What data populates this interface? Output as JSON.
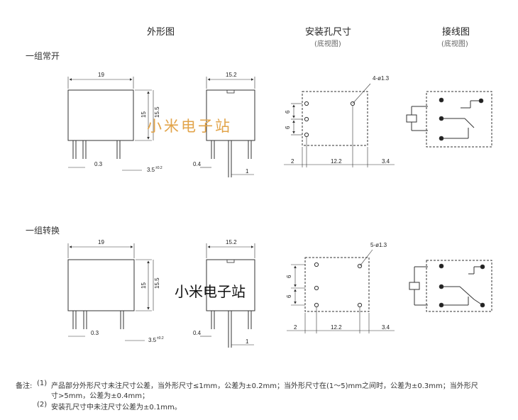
{
  "headers": {
    "outline": "外形图",
    "mounting": "安装孔尺寸",
    "mounting_sub": "(底视图)",
    "wiring": "接线图",
    "wiring_sub": "(底视图)"
  },
  "sections": [
    {
      "label": "一组常开",
      "width": "19",
      "height": "15.5",
      "height2": "15",
      "depth": "15.2",
      "pin_offset": "0.3",
      "pin_pitch": "3.5",
      "pin_pitch_tol": "±0.2",
      "pin_width": "0.4",
      "pin_thick": "1",
      "hole_label": "4-ø1.3",
      "hole_spacing": "6",
      "dim_left": "2",
      "dim_mid": "12.2",
      "dim_right": "3.4",
      "watermark": "小米电子站"
    },
    {
      "label": "一组转换",
      "width": "19",
      "height": "15.5",
      "height2": "15",
      "depth": "15.2",
      "pin_offset": "0.3",
      "pin_pitch": "3.5",
      "pin_pitch_tol": "±0.2",
      "pin_width": "0.4",
      "pin_thick": "1",
      "hole_label": "5-ø1.3",
      "hole_spacing": "6",
      "dim_left": "2",
      "dim_mid": "12.2",
      "dim_right": "3.4",
      "watermark": "小米电子站"
    }
  ],
  "notes": {
    "prefix": "备注:",
    "n1_index": "(1)",
    "n1_line1": "产品部分外形尺寸未注尺寸公差，当外形尺寸≤1mm，公差为±0.2mm；当外形尺寸在(1～5)mm之间时，公差为±0.3mm；当外形尺",
    "n1_line2": "寸>5mm，公差为±0.4mm；",
    "n2_index": "(2)",
    "n2_line": "安装孔尺寸中未注尺寸公差为±0.1mm。"
  },
  "colors": {
    "line": "#333333",
    "watermark_section1": "#e2a44a",
    "watermark_section2": "#111111"
  }
}
